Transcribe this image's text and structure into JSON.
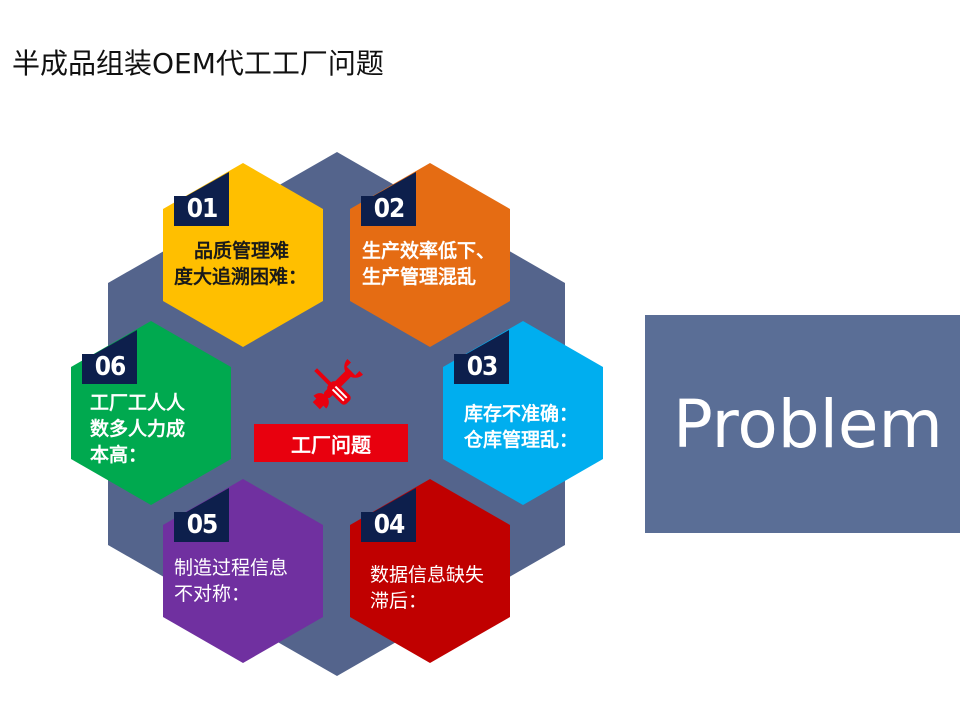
{
  "title": "半成品组装OEM代工工厂问题",
  "center": {
    "label": "工厂问题",
    "icon": "tools-icon"
  },
  "side_box": {
    "text": "Problem"
  },
  "colors": {
    "background_hex": "#54648c",
    "center_label": "#e8000e",
    "side_box": "#5a6e96"
  },
  "hexagons": [
    {
      "number": "01",
      "color": "#ffbf00",
      "lines": [
        "品质管理难",
        "度大追溯困难："
      ]
    },
    {
      "number": "02",
      "color": "#e56c13",
      "lines": [
        "生产效率低下、",
        "生产管理混乱"
      ]
    },
    {
      "number": "03",
      "color": "#00aeef",
      "lines": [
        "库存不准确：",
        "仓库管理乱："
      ]
    },
    {
      "number": "04",
      "color": "#c00000",
      "lines": [
        "数据信息缺失",
        "滞后："
      ]
    },
    {
      "number": "05",
      "color": "#7030a0",
      "lines": [
        "制造过程信息",
        "不对称："
      ]
    },
    {
      "number": "06",
      "color": "#00a94f",
      "lines": [
        "工厂工人人",
        "数多人力成",
        "本高："
      ]
    }
  ]
}
